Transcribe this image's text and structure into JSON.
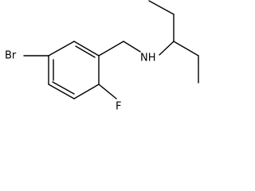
{
  "structure": {
    "atoms": {
      "bromine": "Br",
      "fluorine": "F",
      "amine": "NH"
    }
  },
  "colors": {
    "bond": "#000000",
    "label": "#000000",
    "background": "#ffffff"
  }
}
